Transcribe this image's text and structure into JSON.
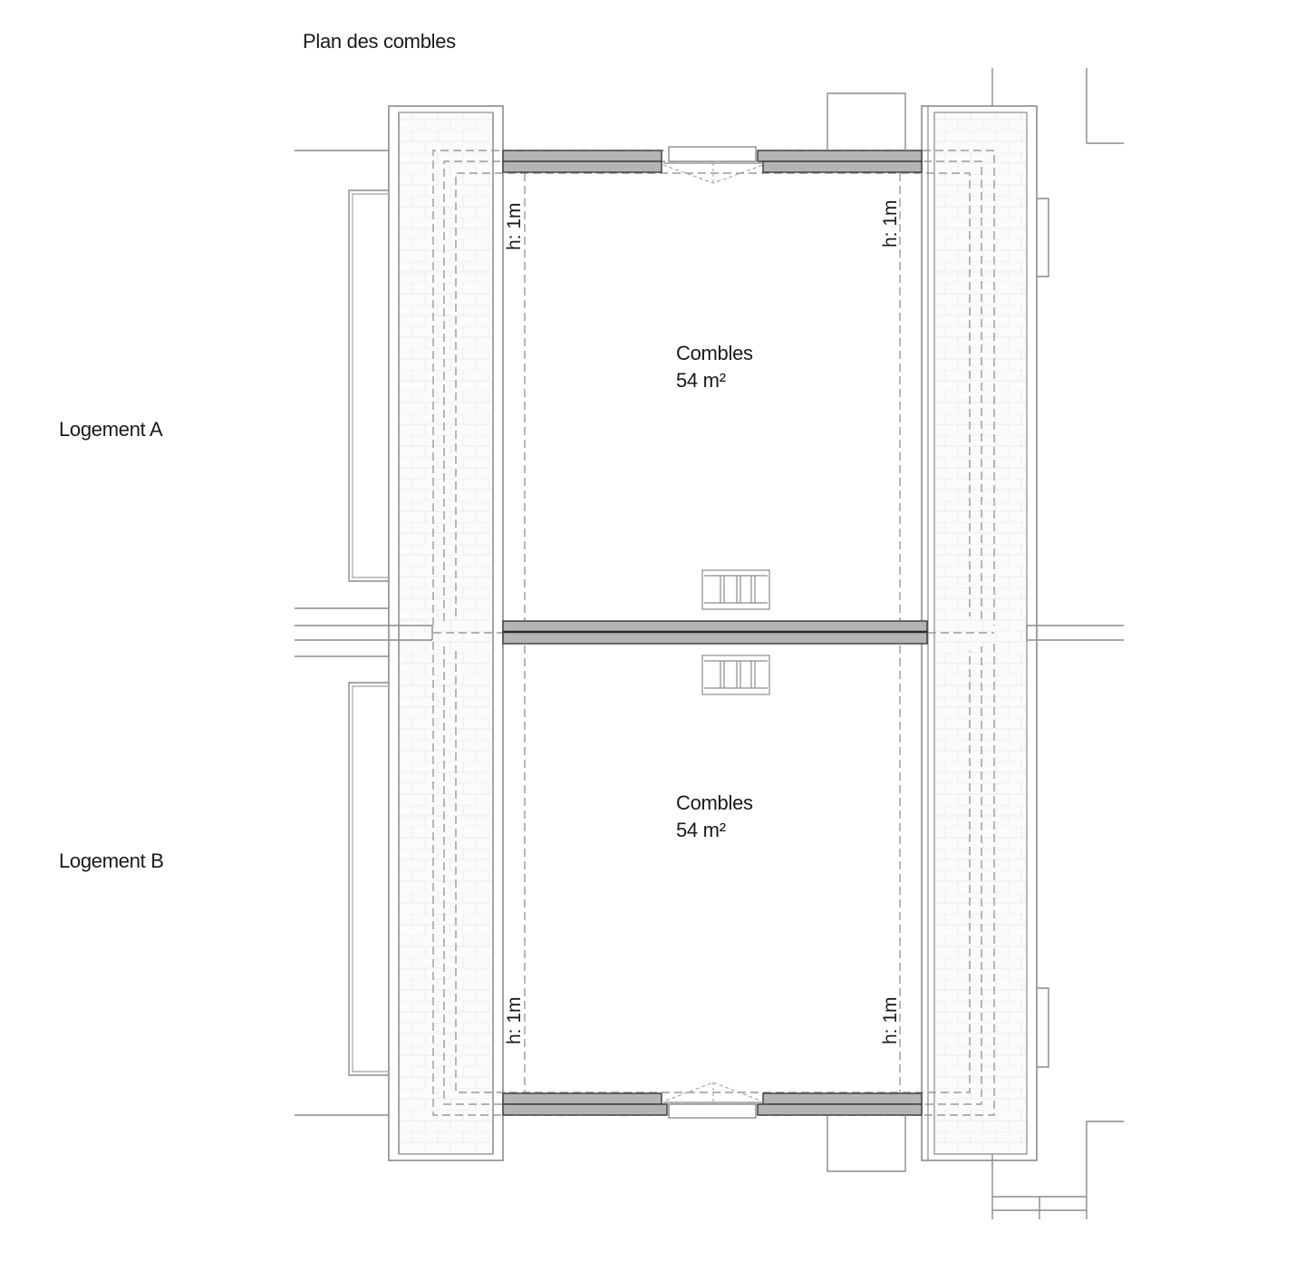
{
  "title": "Plan des combles",
  "units": [
    {
      "label": "Logement A"
    },
    {
      "label": "Logement B"
    }
  ],
  "rooms": [
    {
      "name": "Combles",
      "area": "54 m²"
    },
    {
      "name": "Combles",
      "area": "54 m²"
    }
  ],
  "height_marks": [
    {
      "text": "h: 1m"
    },
    {
      "text": "h: 1m"
    },
    {
      "text": "h: 1m"
    },
    {
      "text": "h: 1m"
    }
  ],
  "colors": {
    "line": "#8a8a8a",
    "wall_dark": "#3a3a3a",
    "wall_fill": "#b4b4b4",
    "dashed": "#9a9a9a",
    "hatch": "#ececec"
  }
}
